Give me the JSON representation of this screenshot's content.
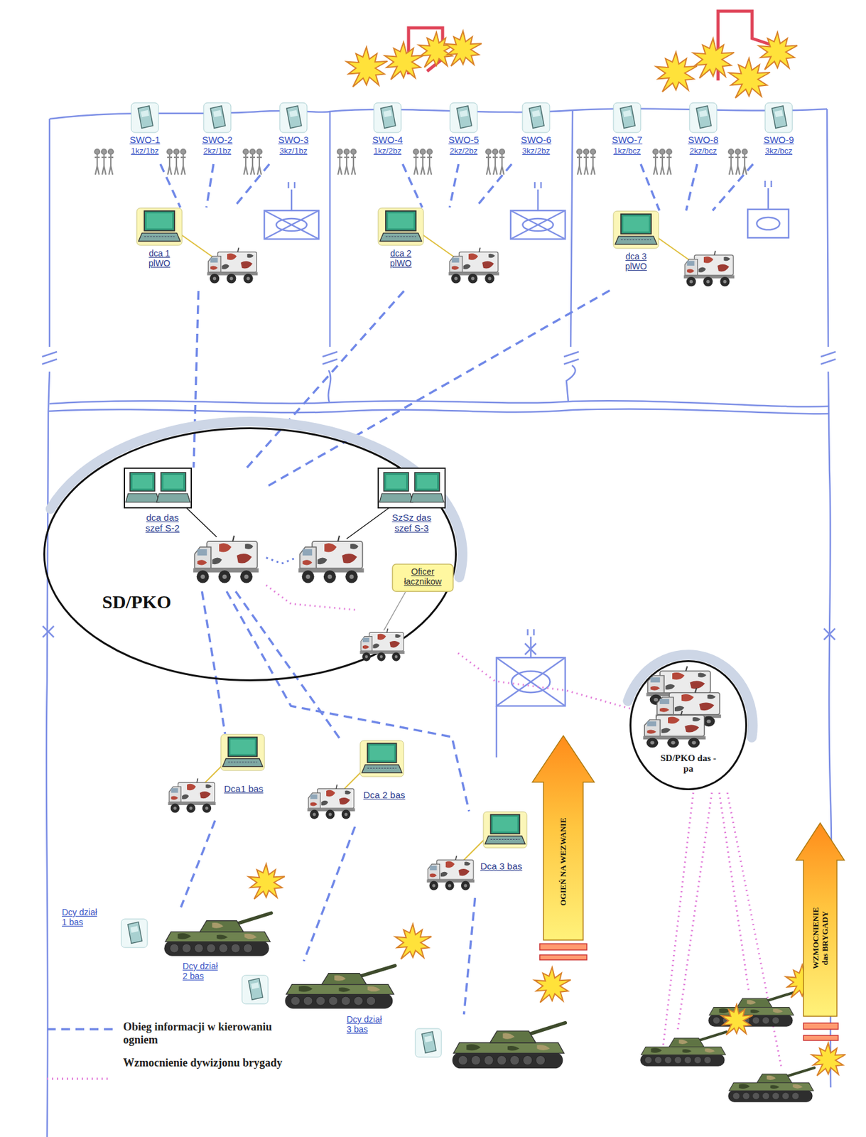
{
  "diagram": {
    "nodes": [
      {
        "text": [
          "SWO-1",
          "1kz/1bz"
        ]
      },
      {
        "text": [
          "SWO-2",
          "2kz/1bz"
        ]
      },
      {
        "text": [
          "SWO-3",
          "3kz/1bz"
        ]
      },
      {
        "text": [
          "SWO-4",
          "1kz/2bz"
        ]
      },
      {
        "text": [
          "SWO-5",
          "2kz/2bz"
        ]
      },
      {
        "text": [
          "SWO-6",
          "3kz/2bz"
        ]
      },
      {
        "text": [
          "SWO-7",
          "1kz/bcz"
        ]
      },
      {
        "text": [
          "SWO-8",
          "2kz/bcz"
        ]
      },
      {
        "text": [
          "SWO-9",
          "3kz/bcz"
        ]
      },
      {
        "text": [
          "dca 1 plWO"
        ]
      },
      {
        "text": [
          "dca 2 plWO"
        ]
      },
      {
        "text": [
          "dca 3 plWO"
        ]
      },
      {
        "text": [
          "SD/PKO"
        ]
      },
      {
        "text": [
          "dca das szef S-2"
        ],
        "in": 12
      },
      {
        "text": [
          "SzSz das szef S-3"
        ],
        "in": 12
      },
      {
        "text": [
          "Oficer łacznikow"
        ],
        "in": 12
      },
      {
        "text": [
          "Dca1 bas"
        ]
      },
      {
        "text": [
          "Dca 2 bas"
        ]
      },
      {
        "text": [
          "Dca 3 bas"
        ]
      },
      {
        "text": [
          "Dcy dział 1 bas"
        ]
      },
      {
        "text": [
          "Dcy dział 2 bas"
        ]
      },
      {
        "text": [
          "Dcy dział 3 bas"
        ]
      },
      {
        "text": [
          "SD/PKO das - pa"
        ]
      },
      {
        "text": [
          "OGIEŃ NA WEZWANIE"
        ]
      },
      {
        "text": [
          "WZMOCNIENIE das BRYGADY"
        ]
      }
    ],
    "edges": [
      {
        "from": 0,
        "to": 9,
        "arrow": "none"
      },
      {
        "from": 1,
        "to": 9,
        "arrow": "none"
      },
      {
        "from": 2,
        "to": 9,
        "arrow": "none"
      },
      {
        "from": 3,
        "to": 10,
        "arrow": "none"
      },
      {
        "from": 4,
        "to": 10,
        "arrow": "none"
      },
      {
        "from": 5,
        "to": 10,
        "arrow": "none"
      },
      {
        "from": 6,
        "to": 11,
        "arrow": "none"
      },
      {
        "from": 7,
        "to": 11,
        "arrow": "none"
      },
      {
        "from": 8,
        "to": 11,
        "arrow": "none"
      },
      {
        "from": 9,
        "to": 13,
        "arrow": "none"
      },
      {
        "from": 10,
        "to": 13,
        "arrow": "none"
      },
      {
        "from": 11,
        "to": 13,
        "arrow": "none"
      },
      {
        "from": 13,
        "to": 14,
        "arrow": "none"
      },
      {
        "from": 13,
        "to": 15,
        "arrow": "none"
      },
      {
        "from": 15,
        "to": 22,
        "arrow": "none"
      },
      {
        "from": 13,
        "to": 16,
        "arrow": "none"
      },
      {
        "from": 13,
        "to": 17,
        "arrow": "none"
      },
      {
        "from": 13,
        "to": 18,
        "arrow": "none"
      },
      {
        "from": 16,
        "to": 19,
        "arrow": "none"
      },
      {
        "from": 17,
        "to": 20,
        "arrow": "none"
      },
      {
        "from": 18,
        "to": 21,
        "arrow": "none"
      }
    ],
    "legend": [
      {
        "text": "Obieg informacji w kierowaniu ogniem"
      },
      {
        "text": "Wzmocnienie dywizjonu brygady"
      }
    ]
  }
}
